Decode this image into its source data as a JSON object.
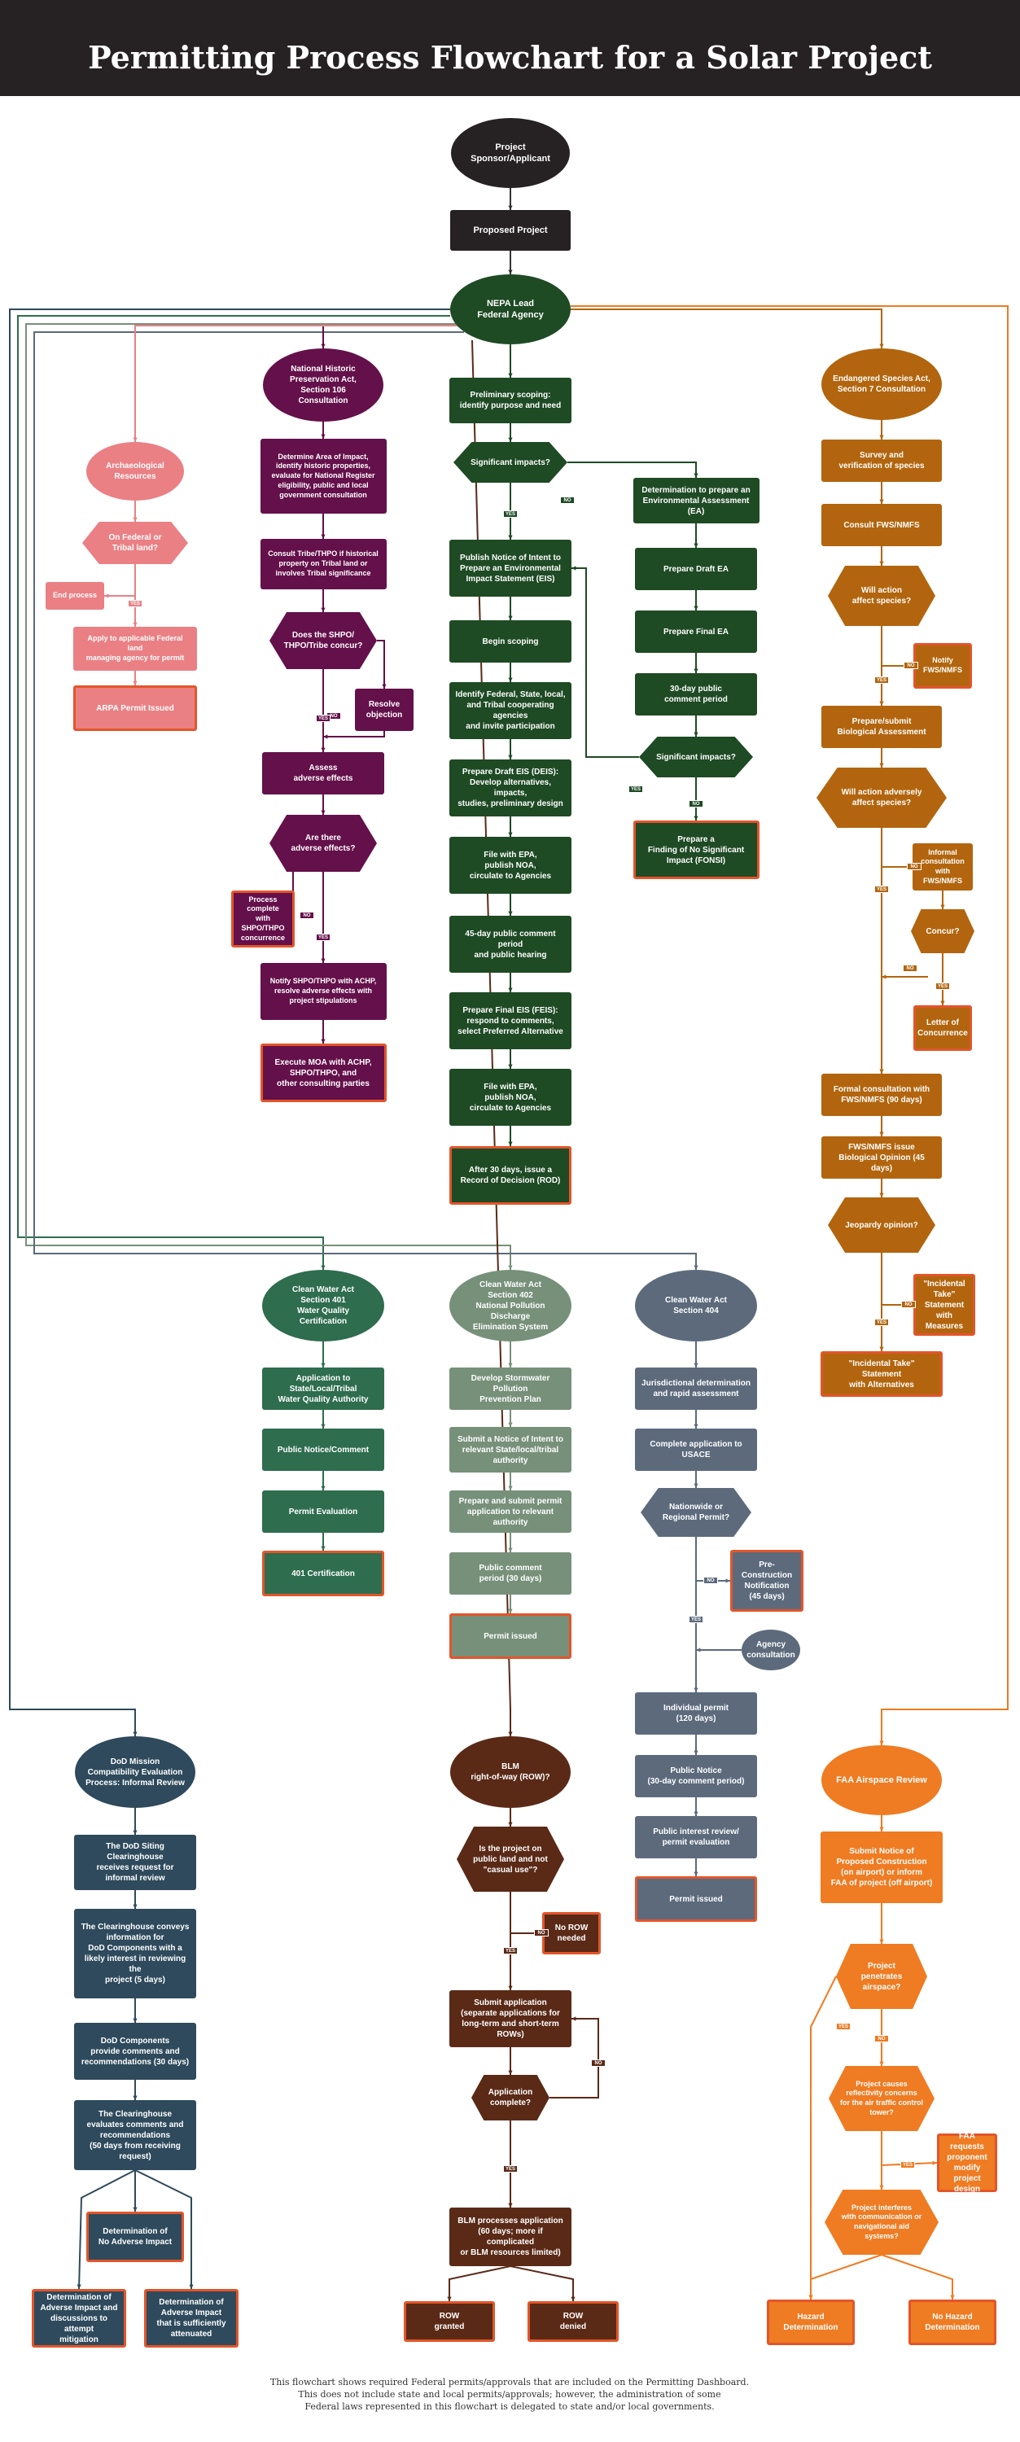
{
  "title": "Permitting Process Flowchart for a Solar Project",
  "footer": [
    "This flowchart shows required Federal permits/approvals that are included on the Permitting Dashboard.",
    "This does not include state and local permits/approvals; however, the administration of some",
    "Federal laws represented in this flowchart is delegated to state and/or local governments."
  ],
  "yes_label": "YES",
  "no_label": "NO",
  "colors": {
    "dark": "#262123",
    "nepa": "#1e4a24",
    "nhpa": "#64104a",
    "arch": "#ea8084",
    "esa": "#b2650e",
    "cwa401": "#2e6d4e",
    "cwa402": "#77907a",
    "cwa404": "#5c6a7c",
    "dod": "#2e4a5c",
    "blm": "#5a2a17",
    "faa": "#ef7b22",
    "highlight_border": "#e3552a"
  },
  "nodes": {
    "sponsor": "Project\nSponsor/Applicant",
    "proposed": "Proposed Project",
    "nepa_lead": "NEPA Lead\nFederal Agency",
    "scoping": "Preliminary scoping:\nidentify purpose and need",
    "sig1": "Significant impacts?",
    "ea_det": "Determination to prepare an\nEnvironmental Assessment (EA)",
    "draft_ea": "Prepare Draft EA",
    "final_ea": "Prepare Final EA",
    "ea_comment": "30-day public\ncomment period",
    "sig2": "Significant impacts?",
    "fonsi": "Prepare a\nFinding of No Significant\nImpact (FONSI)",
    "noi": "Publish Notice of Intent to\nPrepare an Environmental\nImpact Statement (EIS)",
    "begin_scoping": "Begin scoping",
    "identify": "Identify Federal, State, local,\nand Tribal cooperating agencies\nand invite participation",
    "deis": "Prepare Draft EIS (DEIS):\nDevelop alternatives, impacts,\nstudies, preliminary design",
    "file1": "File with EPA,\npublish NOA,\ncirculate to Agencies",
    "comment45": "45-day public comment period\nand public hearing",
    "feis": "Prepare Final EIS (FEIS):\nrespond to comments,\nselect Preferred Alternative",
    "file2": "File with EPA,\npublish NOA,\ncirculate to Agencies",
    "rod": "After 30 days, issue a\nRecord of Decision (ROD)",
    "nhpa": "National Historic\nPreservation Act,\nSection 106\nConsultation",
    "ape": "Determine Area of Impact,\nidentify historic properties,\nevaluate for National Register\neligibility, public and local\ngovernment consultation",
    "consult_tribe": "Consult Tribe/THPO if historical\nproperty on Tribal land or\ninvolves Tribal significance",
    "shpo_concur": "Does the SHPO/\nTHPO/Tribe concur?",
    "resolve_obj": "Resolve\nobjection",
    "assess": "Assess\nadverse effects",
    "adverse": "Are there\nadverse effects?",
    "process_complete": "Process\ncomplete with\nSHPO/THPO\nconcurrence",
    "notify_shpo": "Notify SHPO/THPO with ACHP,\nresolve adverse effects with\nproject stipulations",
    "moa": "Execute MOA with ACHP,\nSHPO/THPO, and\nother consulting parties",
    "arch": "Archaeological\nResources",
    "tribal_land": "On Federal or\nTribal land?",
    "end_process": "End process",
    "apply_fed": "Apply to applicable Federal land\nmanaging agency for permit",
    "arpa": "ARPA Permit Issued",
    "esa": "Endangered Species Act,\nSection 7 Consultation",
    "survey": "Survey and\nverification of species",
    "consult_fws": "Consult FWS/NMFS",
    "affect": "Will action\naffect species?",
    "notify_fws": "Notify\nFWS/NMFS",
    "ba": "Prepare/submit\nBiological Assessment",
    "adversely": "Will action adversely\naffect species?",
    "informal": "Informal\nconsultation\nwith FWS/NMFS",
    "concur": "Concur?",
    "letter": "Letter of\nConcurrence",
    "formal": "Formal consultation with\nFWS/NMFS (90 days)",
    "bo": "FWS/NMFS issue\nBiological Opinion (45 days)",
    "jeopardy": "Jeopardy opinion?",
    "incidental1": "\"Incidental\nTake\"\nStatement\nwith Measures",
    "incidental2": "\"Incidental Take\" Statement\nwith Alternatives",
    "cwa401": "Clean Water Act\nSection 401\nWater Quality\nCertification",
    "c401_app": "Application to State/Local/Tribal\nWater Quality Authority",
    "c401_notice": "Public Notice/Comment",
    "c401_eval": "Permit Evaluation",
    "c401_cert": "401 Certification",
    "cwa402": "Clean Water Act\nSection 402\nNational Pollution Discharge\nElimination System",
    "c402_swppp": "Develop Stormwater Pollution\nPrevention Plan",
    "c402_noi": "Submit a Notice of Intent to\nrelevant State/local/tribal\nauthority",
    "c402_permit": "Prepare and submit permit\napplication to relevant authority",
    "c402_comment": "Public comment\nperiod (30 days)",
    "c402_issued": "Permit issued",
    "cwa404": "Clean Water Act\nSection 404",
    "c404_jd": "Jurisdictional determination\nand rapid assessment",
    "c404_app": "Complete application to USACE",
    "c404_nw": "Nationwide or\nRegional Permit?",
    "c404_pcn": "Pre-Construction\nNotification\n(45 days)",
    "c404_agency": "Agency\nconsultation",
    "c404_ind": "Individual permit\n(120 days)",
    "c404_notice": "Public Notice\n(30-day comment period)",
    "c404_review": "Public interest review/\npermit evaluation",
    "c404_issued": "Permit issued",
    "dod": "DoD Mission\nCompatibility Evaluation\nProcess: Informal Review",
    "dod1": "The DoD Siting Clearinghouse\nreceives request for\ninformal review",
    "dod2": "The Clearinghouse conveys\ninformation for\nDoD Components with a\nlikely interest in reviewing the\nproject (5 days)",
    "dod3": "DoD Components\nprovide comments and\nrecommendations (30 days)",
    "dod4": "The Clearinghouse\nevaluates comments and\nrecommendations\n(50 days from receiving request)",
    "dod_no": "Determination of\nNo Adverse Impact",
    "dod_adv1": "Determination of\nAdverse Impact and\ndiscussions to attempt\nmitigation",
    "dod_adv2": "Determination of\nAdverse Impact\nthat is sufficiently\nattenuated",
    "blm": "BLM\nright-of-way (ROW)?",
    "blm_public": "Is the project on\npublic land and not\n\"casual use\"?",
    "no_row": "No ROW\nneeded",
    "blm_submit": "Submit application\n(separate applications for\nlong-term and short-term ROWs)",
    "blm_complete": "Application\ncomplete?",
    "blm_process": "BLM processes application\n(60 days; more if complicated\nor BLM resources limited)",
    "row_granted": "ROW\ngranted",
    "row_denied": "ROW\ndenied",
    "faa": "FAA Airspace Review",
    "faa_notice": "Submit Notice of\nProposed Construction\n(on airport) or inform\nFAA of project (off airport)",
    "faa_pen": "Project\npenetrates\nairspace?",
    "faa_refl": "Project causes\nreflectivity concerns\nfor the air traffic control\ntower?",
    "faa_modify": "FAA requests\nproponent\nmodify project\ndesign",
    "faa_interf": "Project interferes\nwith communication or\nnavigational aid\nsystems?",
    "hazard": "Hazard\nDetermination",
    "no_hazard": "No Hazard\nDetermination"
  }
}
